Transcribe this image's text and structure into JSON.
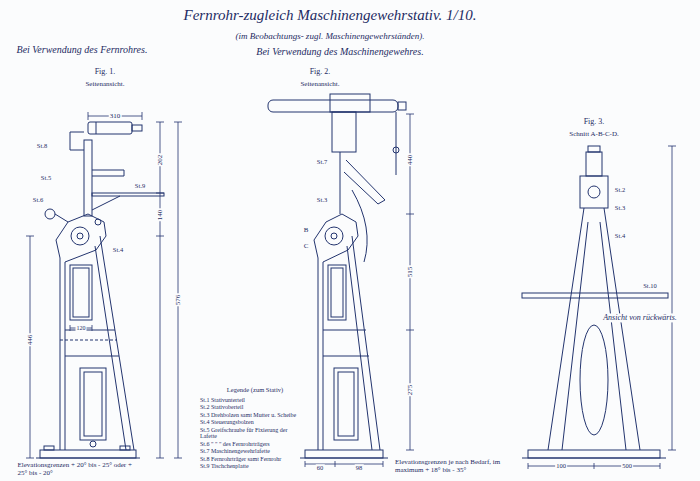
{
  "diagram": {
    "title": "Fernrohr-zugleich Maschinengewehrstativ. 1/10.",
    "labels": [
      "(im Beobachtungs- zugl. Maschinengewehrständen).",
      "Bei Verwendung des Fernrohres.",
      "Bei Verwendung des Maschinengewehres.",
      "Fig. 1.",
      "Seitenansicht.",
      "Fig. 2.",
      "Seitenansicht.",
      "Fig. 3.",
      "Schnitt A-B-C-D.",
      "Ansicht von rückwärts.",
      "Legende (zum Stativ)",
      "Elevationsgrenzen + 20° bis - 25° oder + 25° bis - 20°",
      "Elevationsgrenzen je nach Bedarf, im maximum + 18° bis - 35°",
      "St.8",
      "St.5",
      "St.9",
      "St.6",
      "St.4",
      "St.7",
      "St.3",
      "B",
      "C",
      "St.2",
      "St.3",
      "St.4",
      "St.10",
      "310",
      "202",
      "140",
      "446",
      "576",
      "120",
      "440",
      "515",
      "275",
      "60",
      "98",
      "100",
      "500"
    ],
    "legend": [
      {
        "text": "St.1 Stativunterteil"
      },
      {
        "text": "St.2 Stativoberteil"
      },
      {
        "text": "St.3 Drehbolzen samt Mutter u. Scheibe"
      },
      {
        "text": "St.4 Steuerungsbolzen"
      },
      {
        "text": "St.5 Greifschraube für Fixierung der Lafette"
      },
      {
        "text": "St.6 \" \" \" des Fernrohrträgers"
      },
      {
        "text": "St.7 Maschinengewehrlafette"
      },
      {
        "text": "St.8 Fernrohrträger samt Fernrohr"
      },
      {
        "text": "St.9 Tischchenplatte"
      }
    ]
  }
}
